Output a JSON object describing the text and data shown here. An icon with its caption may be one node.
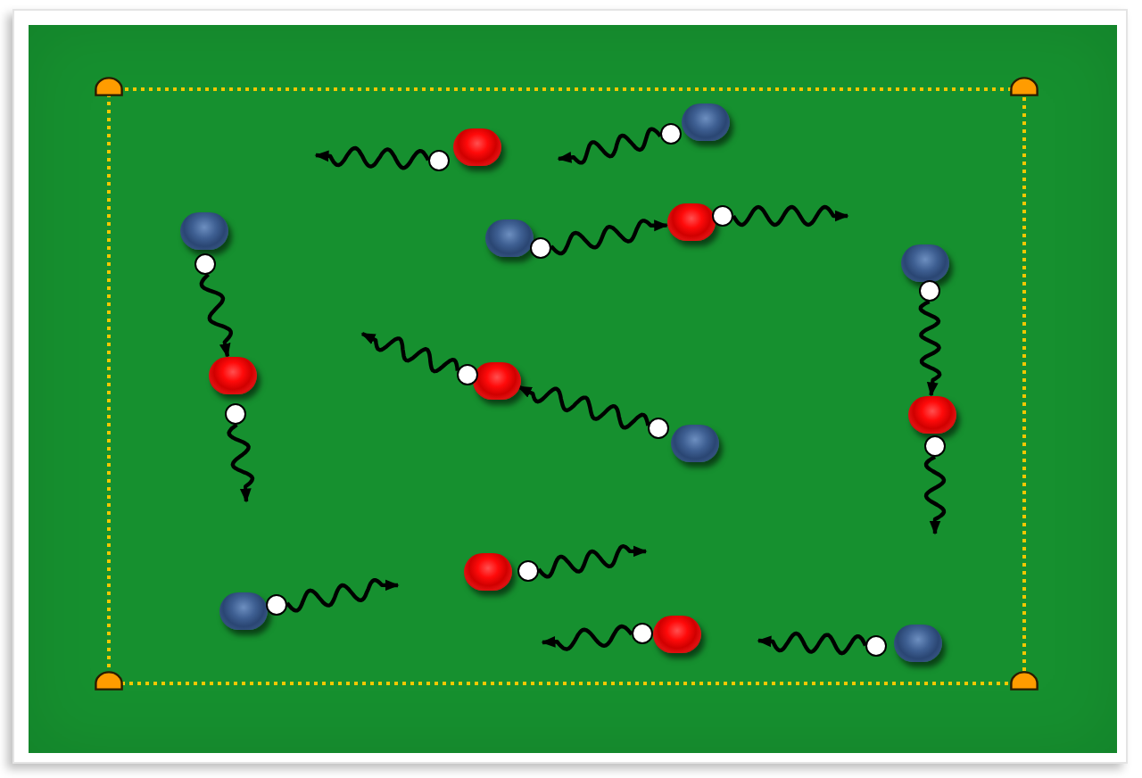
{
  "diagram": {
    "nodes": [
      {
        "text": [],
        "shape": "circle"
      },
      {
        "text": [],
        "shape": "circle"
      },
      {
        "text": [],
        "shape": "circle"
      },
      {
        "text": [],
        "shape": "circle"
      },
      {
        "text": [],
        "shape": "circle"
      },
      {
        "text": [],
        "shape": "circle"
      },
      {
        "text": [],
        "shape": "circle"
      },
      {
        "text": [],
        "shape": "circle"
      },
      {
        "text": [],
        "shape": "circle"
      },
      {
        "text": [],
        "shape": "circle"
      },
      {
        "text": [],
        "shape": "circle"
      },
      {
        "text": [],
        "shape": "circle"
      },
      {
        "text": [],
        "shape": "circle"
      },
      {
        "text": [],
        "shape": "circle"
      },
      {
        "text": [],
        "shape": "circle"
      },
      {
        "text": [],
        "shape": "circle"
      },
      {
        "text": [],
        "shape": "circle"
      },
      {
        "text": [],
        "shape": "circle"
      },
      {
        "text": [],
        "shape": "circle"
      },
      {
        "text": [],
        "shape": "circle"
      },
      {
        "text": [],
        "shape": "circle"
      },
      {
        "text": [],
        "shape": "circle"
      },
      {
        "text": [],
        "shape": "circle"
      },
      {
        "text": [],
        "shape": "circle"
      },
      {
        "text": [],
        "shape": "circle"
      },
      {
        "text": [],
        "shape": "circle"
      },
      {
        "text": [],
        "shape": "circle"
      },
      {
        "text": [],
        "shape": "circle"
      }
    ],
    "edges": [
      {
        "from": 1,
        "to": null,
        "arrow": "to"
      },
      {
        "from": 3,
        "to": null,
        "arrow": "to"
      },
      {
        "from": 5,
        "to": 12,
        "arrow": "to"
      },
      {
        "from": 7,
        "to": 8,
        "arrow": "to"
      },
      {
        "from": 9,
        "to": null,
        "arrow": "to"
      },
      {
        "from": 11,
        "to": 18,
        "arrow": "to"
      },
      {
        "from": 13,
        "to": null,
        "arrow": "to"
      },
      {
        "from": 15,
        "to": null,
        "arrow": "to"
      },
      {
        "from": 17,
        "to": 14,
        "arrow": "to"
      },
      {
        "from": 19,
        "to": null,
        "arrow": "to"
      },
      {
        "from": 21,
        "to": null,
        "arrow": "to"
      },
      {
        "from": 23,
        "to": null,
        "arrow": "to"
      },
      {
        "from": 25,
        "to": null,
        "arrow": "to"
      },
      {
        "from": 27,
        "to": null,
        "arrow": "to"
      }
    ]
  }
}
